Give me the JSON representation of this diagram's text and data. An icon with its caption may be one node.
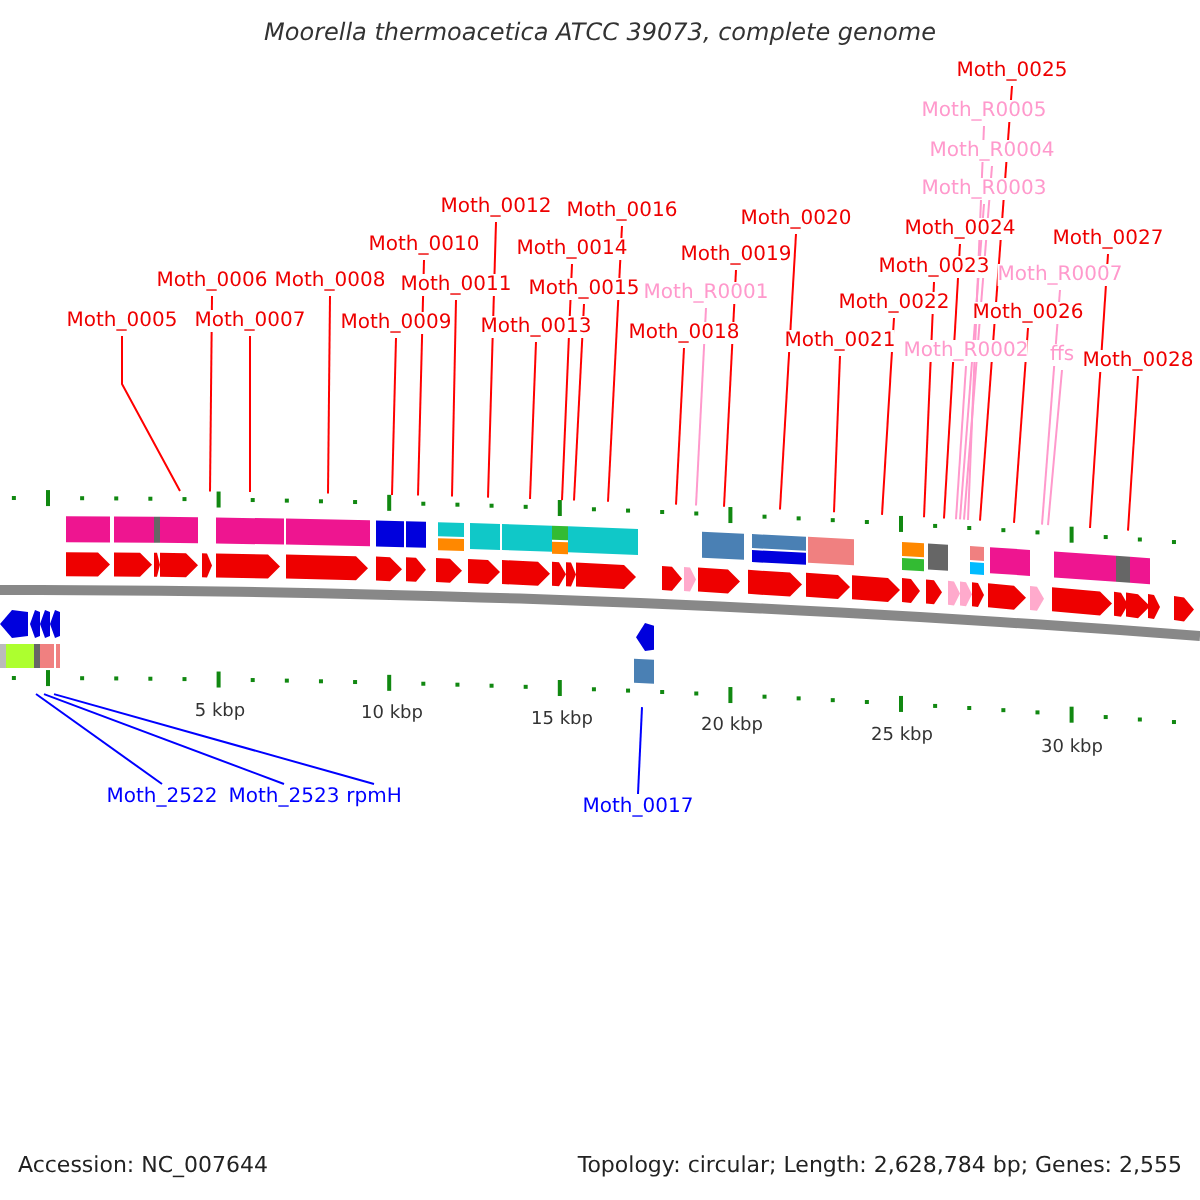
{
  "diagram": {
    "title": "Moorella thermoacetica ATCC 39073, complete genome",
    "nodes": [
      {
        "text": [
          "Moth_0005"
        ]
      },
      {
        "text": [
          "Moth_0006"
        ]
      },
      {
        "text": [
          "Moth_0007"
        ]
      },
      {
        "text": [
          "Moth_0008"
        ]
      },
      {
        "text": [
          "Moth_0009"
        ]
      },
      {
        "text": [
          "Moth_0010"
        ]
      },
      {
        "text": [
          "Moth_0011"
        ]
      },
      {
        "text": [
          "Moth_0012"
        ]
      },
      {
        "text": [
          "Moth_0013"
        ]
      },
      {
        "text": [
          "Moth_0014"
        ]
      },
      {
        "text": [
          "Moth_0015"
        ]
      },
      {
        "text": [
          "Moth_0016"
        ]
      },
      {
        "text": [
          "Moth_0018"
        ]
      },
      {
        "text": [
          "Moth_R0001"
        ]
      },
      {
        "text": [
          "Moth_0019"
        ]
      },
      {
        "text": [
          "Moth_0020"
        ]
      },
      {
        "text": [
          "Moth_0021"
        ]
      },
      {
        "text": [
          "Moth_0022"
        ]
      },
      {
        "text": [
          "Moth_0023"
        ]
      },
      {
        "text": [
          "Moth_0024"
        ]
      },
      {
        "text": [
          "Moth_0025"
        ]
      },
      {
        "text": [
          "Moth_R0005"
        ]
      },
      {
        "text": [
          "Moth_R0004"
        ]
      },
      {
        "text": [
          "Moth_R0003"
        ]
      },
      {
        "text": [
          "Moth_R0002"
        ]
      },
      {
        "text": [
          "Moth_0026"
        ]
      },
      {
        "text": [
          "Moth_R0007"
        ]
      },
      {
        "text": [
          "ffs"
        ]
      },
      {
        "text": [
          "Moth_0027"
        ]
      },
      {
        "text": [
          "Moth_0028"
        ]
      },
      {
        "text": [
          "Moth_2522"
        ]
      },
      {
        "text": [
          "Moth_2523"
        ]
      },
      {
        "text": [
          "rpmH"
        ]
      },
      {
        "text": [
          "Moth_0017"
        ]
      }
    ],
    "edges": [
      {
        "from": 0,
        "to": null,
        "arrow": "none"
      },
      {
        "from": 1,
        "to": null,
        "arrow": "none"
      },
      {
        "from": 2,
        "to": null,
        "arrow": "none"
      },
      {
        "from": 3,
        "to": null,
        "arrow": "none"
      },
      {
        "from": 4,
        "to": null,
        "arrow": "none"
      },
      {
        "from": 5,
        "to": null,
        "arrow": "none"
      },
      {
        "from": 6,
        "to": null,
        "arrow": "none"
      },
      {
        "from": 7,
        "to": null,
        "arrow": "none"
      },
      {
        "from": 8,
        "to": null,
        "arrow": "none"
      },
      {
        "from": 9,
        "to": null,
        "arrow": "none"
      },
      {
        "from": 10,
        "to": null,
        "arrow": "none"
      },
      {
        "from": 11,
        "to": null,
        "arrow": "none"
      },
      {
        "from": 12,
        "to": null,
        "arrow": "none"
      },
      {
        "from": 13,
        "to": null,
        "arrow": "none",
        "color": "#ff99cc"
      },
      {
        "from": 14,
        "to": null,
        "arrow": "none"
      },
      {
        "from": 15,
        "to": null,
        "arrow": "none"
      },
      {
        "from": 16,
        "to": null,
        "arrow": "none"
      },
      {
        "from": 17,
        "to": null,
        "arrow": "none"
      },
      {
        "from": 18,
        "to": null,
        "arrow": "none"
      },
      {
        "from": 19,
        "to": null,
        "arrow": "none"
      },
      {
        "from": 20,
        "to": null,
        "arrow": "none"
      },
      {
        "from": 21,
        "to": null,
        "arrow": "none",
        "color": "#ff99cc"
      },
      {
        "from": 22,
        "to": null,
        "arrow": "none",
        "color": "#ff99cc"
      },
      {
        "from": 23,
        "to": null,
        "arrow": "none",
        "color": "#ff99cc"
      },
      {
        "from": 24,
        "to": null,
        "arrow": "none",
        "color": "#ff99cc"
      },
      {
        "from": 25,
        "to": null,
        "arrow": "none"
      },
      {
        "from": 26,
        "to": null,
        "arrow": "none",
        "color": "#ff99cc"
      },
      {
        "from": 27,
        "to": null,
        "arrow": "none",
        "color": "#ff99cc"
      },
      {
        "from": 28,
        "to": null,
        "arrow": "none"
      },
      {
        "from": 29,
        "to": null,
        "arrow": "none"
      },
      {
        "from": 30,
        "to": null,
        "arrow": "none",
        "color": "#0000ff"
      },
      {
        "from": 31,
        "to": null,
        "arrow": "none",
        "color": "#0000ff"
      },
      {
        "from": 32,
        "to": null,
        "arrow": "none",
        "color": "#0000ff"
      },
      {
        "from": 33,
        "to": null,
        "arrow": "none",
        "color": "#0000ff"
      }
    ],
    "labels": [
      "5 kbp",
      "10 kbp",
      "15 kbp",
      "20 kbp",
      "25 kbp",
      "30 kbp",
      "Accession: NC_007644",
      "Topology: circular; Length: 2,628,784 bp; Genes: 2,555"
    ]
  }
}
